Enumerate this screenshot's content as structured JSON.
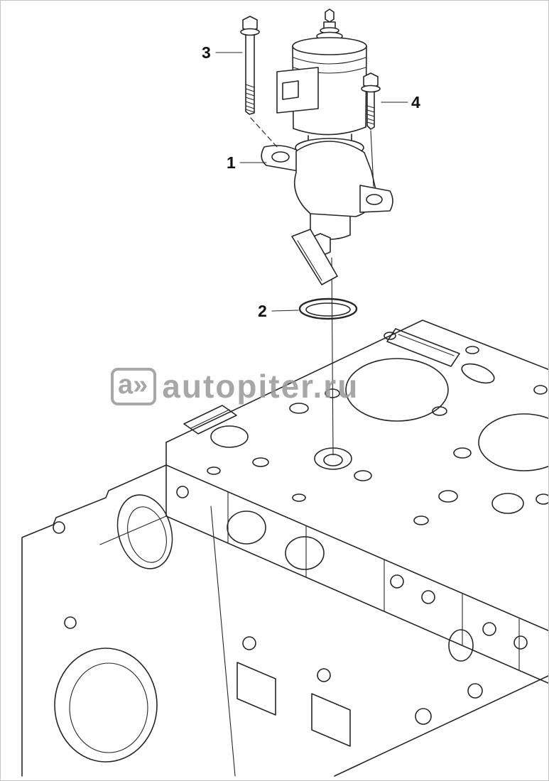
{
  "diagram": {
    "callouts": [
      {
        "label": "1"
      },
      {
        "label": "2"
      },
      {
        "label": "3"
      },
      {
        "label": "4"
      }
    ],
    "watermark": {
      "logo": "a»",
      "text": "autopiter.ru"
    },
    "colors": {
      "background": "#ffffff",
      "line": "#262626",
      "watermark": "#9b9b9b"
    }
  }
}
